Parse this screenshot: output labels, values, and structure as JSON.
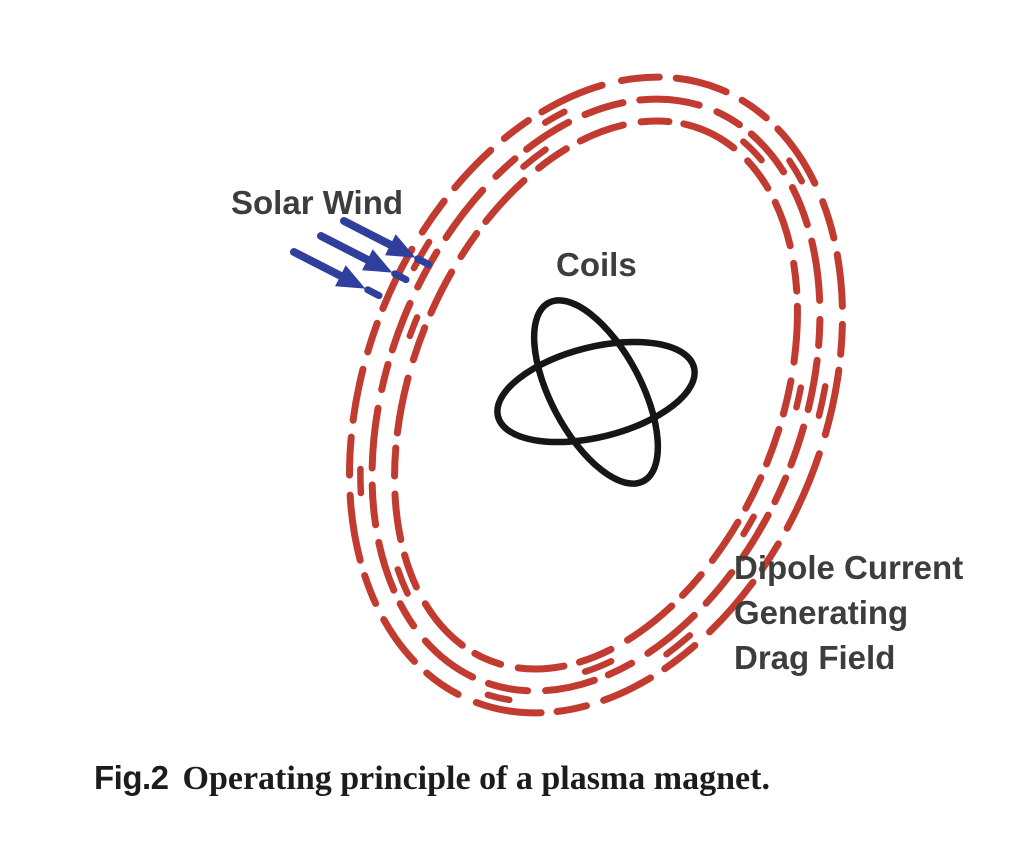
{
  "figure": {
    "kind": "plasma-magnet-operating-principle",
    "labels": {
      "solar_wind": "Solar Wind",
      "coils": "Coils",
      "dipole": [
        "Dipole Current",
        "Generating",
        "Drag Field"
      ]
    },
    "caption": {
      "tag": "Fig.2",
      "text": "Operating principle of a plasma magnet."
    },
    "colors": {
      "field_ring": "#c23b30",
      "solar_wind_arrow": "#2f3f9b",
      "coil": "#161616",
      "label_text": "#3d3d3d",
      "caption_text": "#1c1c1c",
      "background": "#ffffff"
    }
  }
}
